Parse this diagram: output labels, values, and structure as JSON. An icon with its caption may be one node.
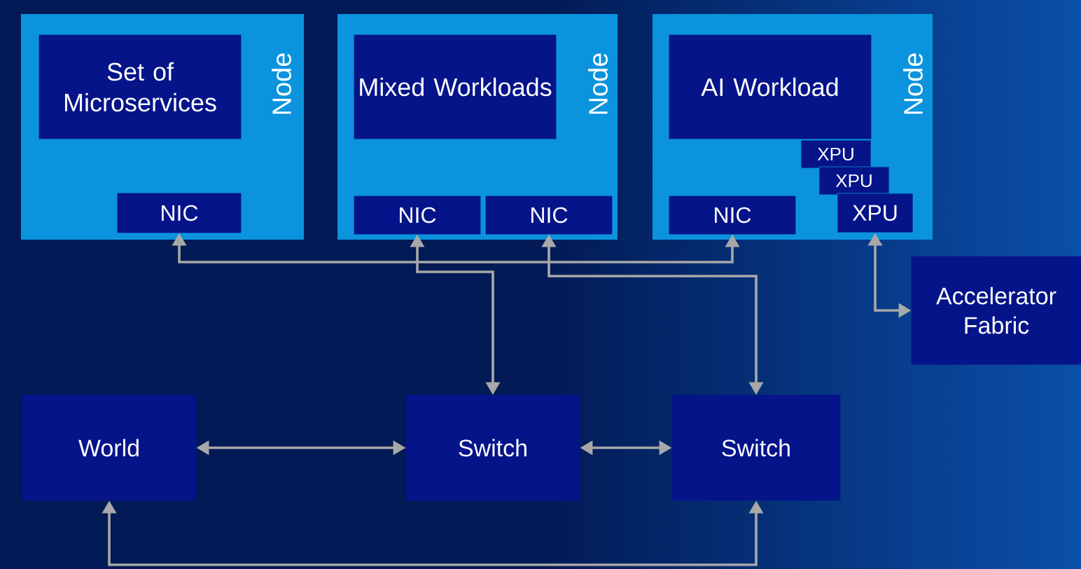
{
  "diagram": {
    "nodes": [
      {
        "text": [
          "Node"
        ]
      },
      {
        "text": [
          "Set of Microservices"
        ],
        "in": 0
      },
      {
        "text": [
          "NIC"
        ],
        "in": 0
      },
      {
        "text": [
          "Node"
        ]
      },
      {
        "text": [
          "Mixed Workloads"
        ],
        "in": 3
      },
      {
        "text": [
          "NIC"
        ],
        "in": 3
      },
      {
        "text": [
          "NIC"
        ],
        "in": 3
      },
      {
        "text": [
          "Node"
        ]
      },
      {
        "text": [
          "AI Workload"
        ],
        "in": 7
      },
      {
        "text": [
          "NIC"
        ],
        "in": 7
      },
      {
        "text": [
          "XPU"
        ],
        "in": 7
      },
      {
        "text": [
          "XPU"
        ],
        "in": 7
      },
      {
        "text": [
          "XPU"
        ],
        "in": 7
      },
      {
        "text": [
          "Accelerator Fabric"
        ]
      },
      {
        "text": [
          "World"
        ]
      },
      {
        "text": [
          "Switch"
        ]
      },
      {
        "text": [
          "Switch"
        ]
      }
    ],
    "edges": [
      {
        "from": 2,
        "to": 9,
        "arrow": "both"
      },
      {
        "from": 5,
        "to": 15,
        "arrow": "both"
      },
      {
        "from": 6,
        "to": 16,
        "arrow": "both"
      },
      {
        "from": 12,
        "to": 13,
        "arrow": "both"
      },
      {
        "from": 14,
        "to": 15,
        "arrow": "both"
      },
      {
        "from": 15,
        "to": 16,
        "arrow": "both"
      },
      {
        "from": 14,
        "to": 16,
        "arrow": "both"
      }
    ]
  }
}
